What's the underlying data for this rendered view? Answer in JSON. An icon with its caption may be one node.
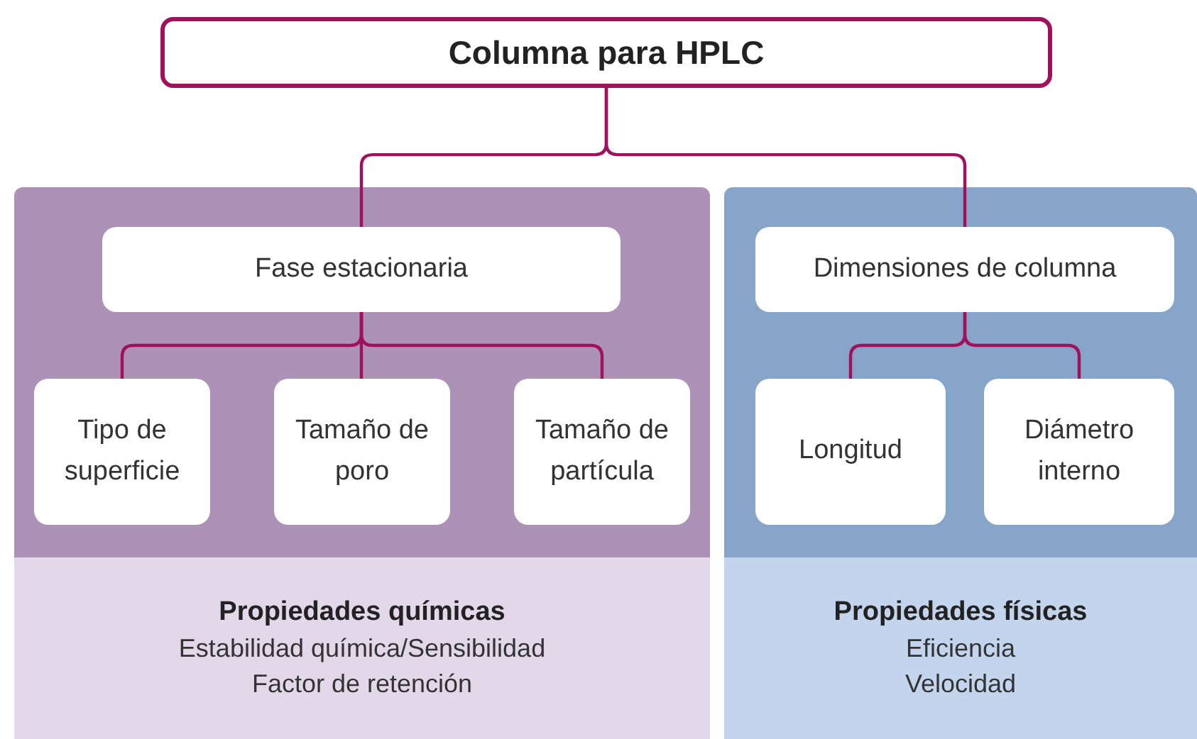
{
  "diagram": {
    "nodes": [
      {
        "text": [
          "Columna para HPLC"
        ]
      },
      {
        "text": [
          "Propiedades químicas",
          "Estabilidad química/Sensibilidad",
          "Factor de retención"
        ]
      },
      {
        "text": [
          "Fase estacionaria"
        ],
        "in": 1
      },
      {
        "text": [
          "Tipo de superficie"
        ],
        "in": 1
      },
      {
        "text": [
          "Tamaño de poro"
        ],
        "in": 1
      },
      {
        "text": [
          "Tamaño de partícula"
        ],
        "in": 1
      },
      {
        "text": [
          "Propiedades físicas",
          "Eficiencia",
          "Velocidad"
        ]
      },
      {
        "text": [
          "Dimensiones de columna"
        ],
        "in": 6
      },
      {
        "text": [
          "Longitud"
        ],
        "in": 6
      },
      {
        "text": [
          "Diámetro interno"
        ],
        "in": 6
      }
    ],
    "edges": [
      {
        "from": 0,
        "to": 2,
        "arrow": "none"
      },
      {
        "from": 0,
        "to": 7,
        "arrow": "none"
      },
      {
        "from": 2,
        "to": 3,
        "arrow": "none"
      },
      {
        "from": 2,
        "to": 4,
        "arrow": "none"
      },
      {
        "from": 2,
        "to": 5,
        "arrow": "none"
      },
      {
        "from": 7,
        "to": 8,
        "arrow": "none"
      },
      {
        "from": 7,
        "to": 9,
        "arrow": "none"
      }
    ]
  }
}
